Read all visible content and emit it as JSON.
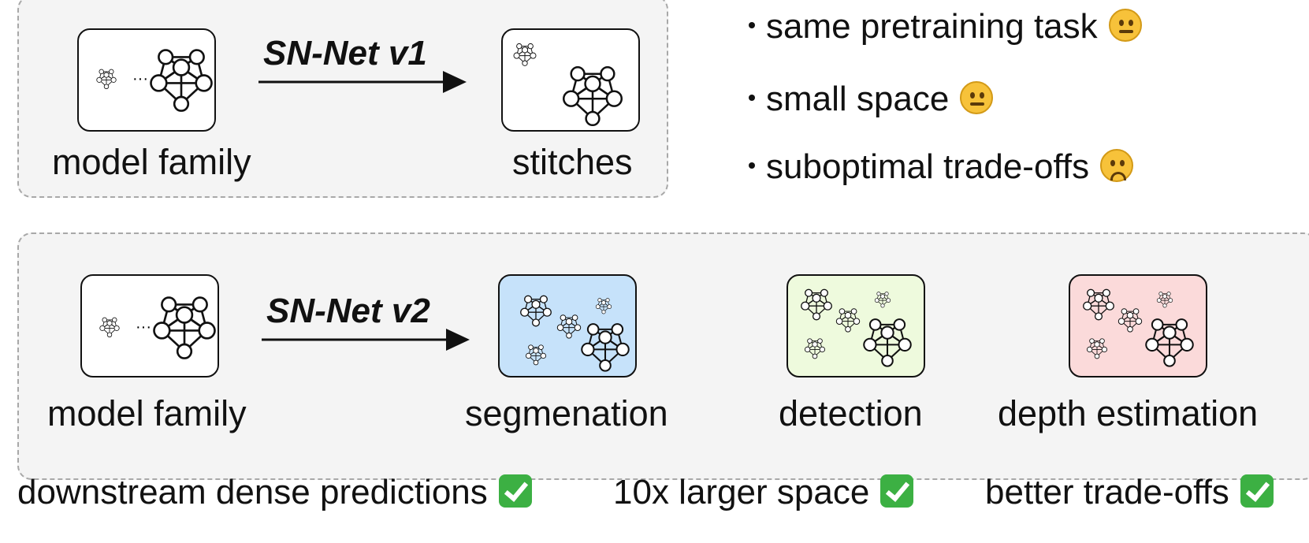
{
  "v1": {
    "arrow_label": "SN-Net v1",
    "source_label": "model family",
    "target_label": "stitches"
  },
  "drawbacks": [
    {
      "text": "same pretraining task",
      "emoji": "monocle-face"
    },
    {
      "text": "small space",
      "emoji": "thinking-face"
    },
    {
      "text": "suboptimal trade-offs",
      "emoji": "slightly-frowning-face"
    }
  ],
  "v2": {
    "arrow_label": "SN-Net v2",
    "source_label": "model family",
    "tasks": [
      {
        "label": "segmenation",
        "color": "#c6e2fa"
      },
      {
        "label": "detection",
        "color": "#eefadd"
      },
      {
        "label": "depth estimation",
        "color": "#fbdada"
      }
    ]
  },
  "benefits": [
    {
      "text": "downstream dense predictions",
      "icon": "check-mark-button"
    },
    {
      "text": "10x larger space",
      "icon": "check-mark-button"
    },
    {
      "text": "better trade-offs",
      "icon": "check-mark-button"
    }
  ],
  "colors": {
    "panel": "#f4f4f4",
    "check": "#3cb043"
  }
}
